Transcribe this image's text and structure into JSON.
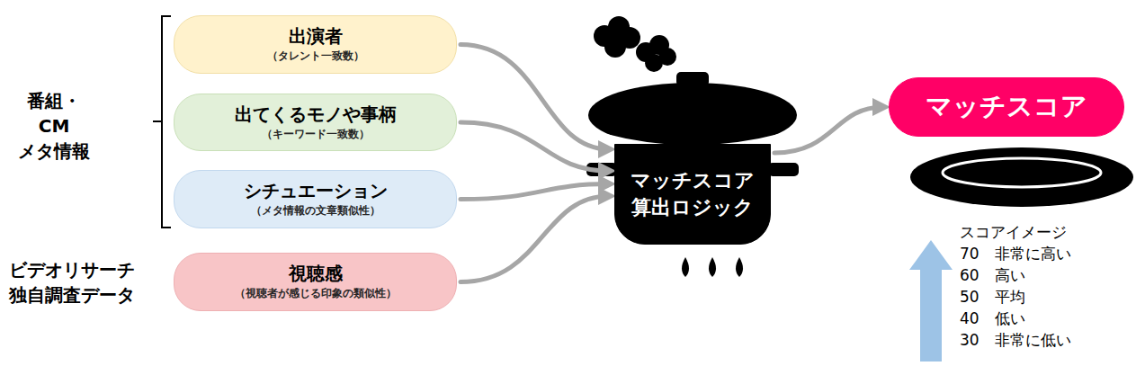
{
  "diagram": {
    "nodes": [
      {
        "text": [
          "出演者",
          "（タレント一致数）"
        ]
      },
      {
        "text": [
          "出てくるモノや事柄",
          "（キーワード一致数）"
        ]
      },
      {
        "text": [
          "シチュエーション",
          "（メタ情報の文章類似性）"
        ]
      },
      {
        "text": [
          "視聴感",
          "（視聴者が感じる印象の類似性）"
        ]
      },
      {
        "text": [
          "マッチスコア 算出ロジック"
        ]
      },
      {
        "text": [
          "マッチスコア"
        ]
      }
    ],
    "edges": [
      {
        "from": 0,
        "to": 4,
        "arrow": "to"
      },
      {
        "from": 1,
        "to": 4,
        "arrow": "to"
      },
      {
        "from": 2,
        "to": 4,
        "arrow": "to"
      },
      {
        "from": 3,
        "to": 4,
        "arrow": "to"
      },
      {
        "from": 4,
        "to": 5,
        "arrow": "to"
      }
    ],
    "labels": [
      "番組・CM メタ情報",
      "ビデオリサーチ 独自調査データ",
      "スコアイメージ",
      "70　非常に高い",
      "60　高い",
      "50　平均",
      "40　低い",
      "30　非常に低い"
    ]
  }
}
